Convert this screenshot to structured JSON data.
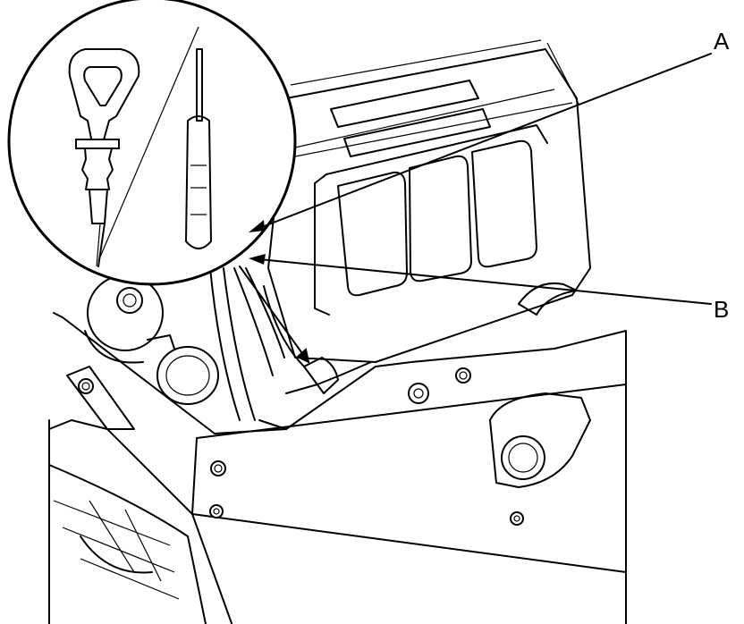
{
  "callouts": [
    {
      "id": "a",
      "label": "A"
    },
    {
      "id": "b",
      "label": "B"
    }
  ]
}
